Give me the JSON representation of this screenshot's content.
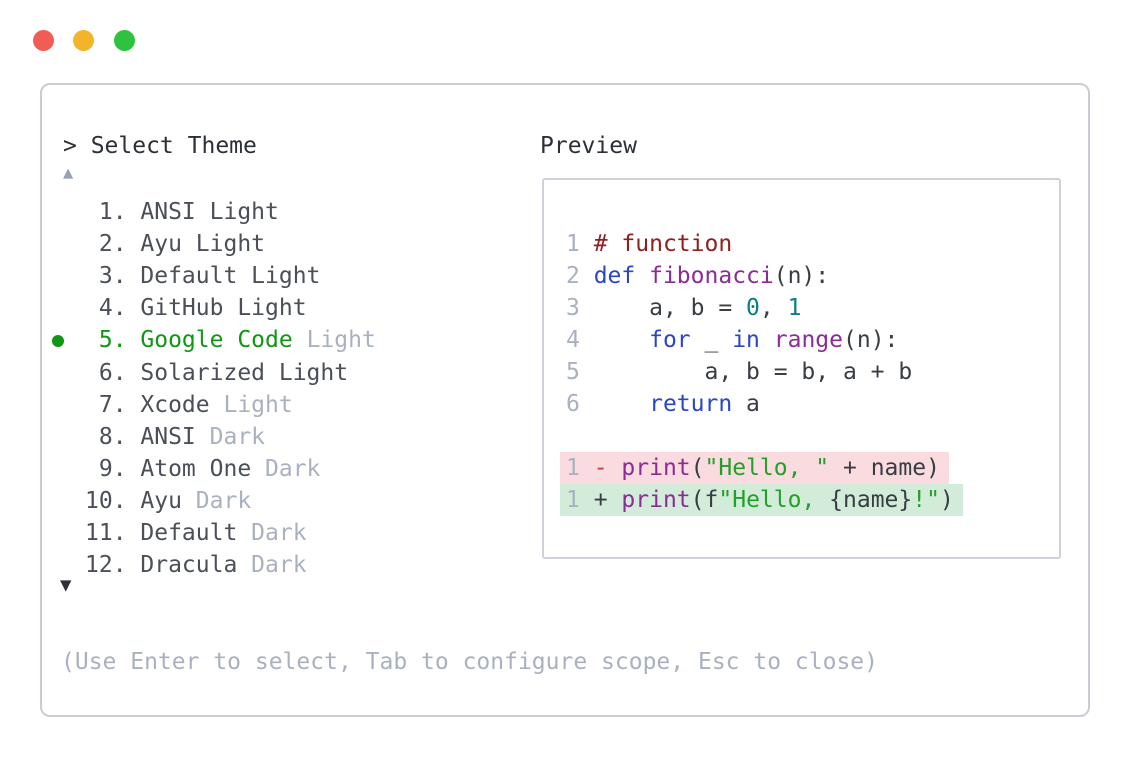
{
  "colors": {
    "traffic-red": "#f25c54",
    "traffic-yellow": "#f3b32b",
    "traffic-green": "#2ec23e",
    "border": "#c7ccd5",
    "preview-border": "#cdd2da",
    "prompt-text": "#2b2f36",
    "list-text": "#4a4f58",
    "muted-text": "#a9b1c1",
    "selected-green": "#0f9615",
    "arrow-up": "#99a2b3",
    "arrow-down": "#2e3238",
    "code-plain": "#383d44",
    "tok-comment": "#8e2020",
    "tok-keyword": "#2b46c2",
    "tok-function": "#8b2c94",
    "tok-string": "#22a02a",
    "tok-number": "#0d7e81",
    "tok-minus": "#c23e3e",
    "diff-removed-bg": "#fadbdf",
    "diff-added-bg": "#d2ecd9"
  },
  "picker": {
    "prompt": "> Select Theme",
    "scroll_up_icon": "▲",
    "scroll_down_icon": "▼",
    "help": "(Use Enter to select, Tab to configure scope, Esc to close)",
    "items": [
      {
        "num": "1",
        "name": "ANSI Light",
        "suffix": "",
        "selected": false
      },
      {
        "num": "2",
        "name": "Ayu Light",
        "suffix": "",
        "selected": false
      },
      {
        "num": "3",
        "name": "Default Light",
        "suffix": "",
        "selected": false
      },
      {
        "num": "4",
        "name": "GitHub Light",
        "suffix": "",
        "selected": false
      },
      {
        "num": "5",
        "name": "Google Code",
        "suffix": "Light",
        "selected": true
      },
      {
        "num": "6",
        "name": "Solarized Light",
        "suffix": "",
        "selected": false
      },
      {
        "num": "7",
        "name": "Xcode",
        "suffix": "Light",
        "selected": false
      },
      {
        "num": "8",
        "name": "ANSI",
        "suffix": "Dark",
        "selected": false
      },
      {
        "num": "9",
        "name": "Atom One",
        "suffix": "Dark",
        "selected": false
      },
      {
        "num": "10",
        "name": "Ayu",
        "suffix": "Dark",
        "selected": false
      },
      {
        "num": "11",
        "name": "Default",
        "suffix": "Dark",
        "selected": false
      },
      {
        "num": "12",
        "name": "Dracula",
        "suffix": "Dark",
        "selected": false
      }
    ]
  },
  "preview": {
    "label": "Preview",
    "code_lines": [
      {
        "num": "1",
        "segments": [
          {
            "text": "# function",
            "token": "comment"
          }
        ]
      },
      {
        "num": "2",
        "segments": [
          {
            "text": "def",
            "token": "keyword"
          },
          {
            "text": " ",
            "token": "plain"
          },
          {
            "text": "fibonacci",
            "token": "function"
          },
          {
            "text": "(n):",
            "token": "plain"
          }
        ]
      },
      {
        "num": "3",
        "segments": [
          {
            "text": "    a, b = ",
            "token": "plain"
          },
          {
            "text": "0",
            "token": "number"
          },
          {
            "text": ", ",
            "token": "plain"
          },
          {
            "text": "1",
            "token": "number"
          }
        ]
      },
      {
        "num": "4",
        "segments": [
          {
            "text": "    ",
            "token": "plain"
          },
          {
            "text": "for",
            "token": "keyword"
          },
          {
            "text": " _ ",
            "token": "plain"
          },
          {
            "text": "in",
            "token": "keyword"
          },
          {
            "text": " ",
            "token": "plain"
          },
          {
            "text": "range",
            "token": "function"
          },
          {
            "text": "(n):",
            "token": "plain"
          }
        ]
      },
      {
        "num": "5",
        "segments": [
          {
            "text": "        a, b = b, a + b",
            "token": "plain"
          }
        ]
      },
      {
        "num": "6",
        "segments": [
          {
            "text": "    ",
            "token": "plain"
          },
          {
            "text": "return",
            "token": "keyword"
          },
          {
            "text": " a",
            "token": "plain"
          }
        ]
      }
    ],
    "diff_lines": [
      {
        "num": "1",
        "kind": "removed",
        "segments": [
          {
            "text": "-",
            "token": "minus"
          },
          {
            "text": " ",
            "token": "plain"
          },
          {
            "text": "print",
            "token": "function"
          },
          {
            "text": "(",
            "token": "plain"
          },
          {
            "text": "\"Hello, \"",
            "token": "string"
          },
          {
            "text": " + name)",
            "token": "plain"
          }
        ]
      },
      {
        "num": "1",
        "kind": "added",
        "segments": [
          {
            "text": "+",
            "token": "plain"
          },
          {
            "text": " ",
            "token": "plain"
          },
          {
            "text": "print",
            "token": "function"
          },
          {
            "text": "(f",
            "token": "plain"
          },
          {
            "text": "\"Hello, ",
            "token": "string"
          },
          {
            "text": "{name}",
            "token": "plain"
          },
          {
            "text": "!\"",
            "token": "string"
          },
          {
            "text": ")",
            "token": "plain"
          }
        ]
      }
    ]
  }
}
